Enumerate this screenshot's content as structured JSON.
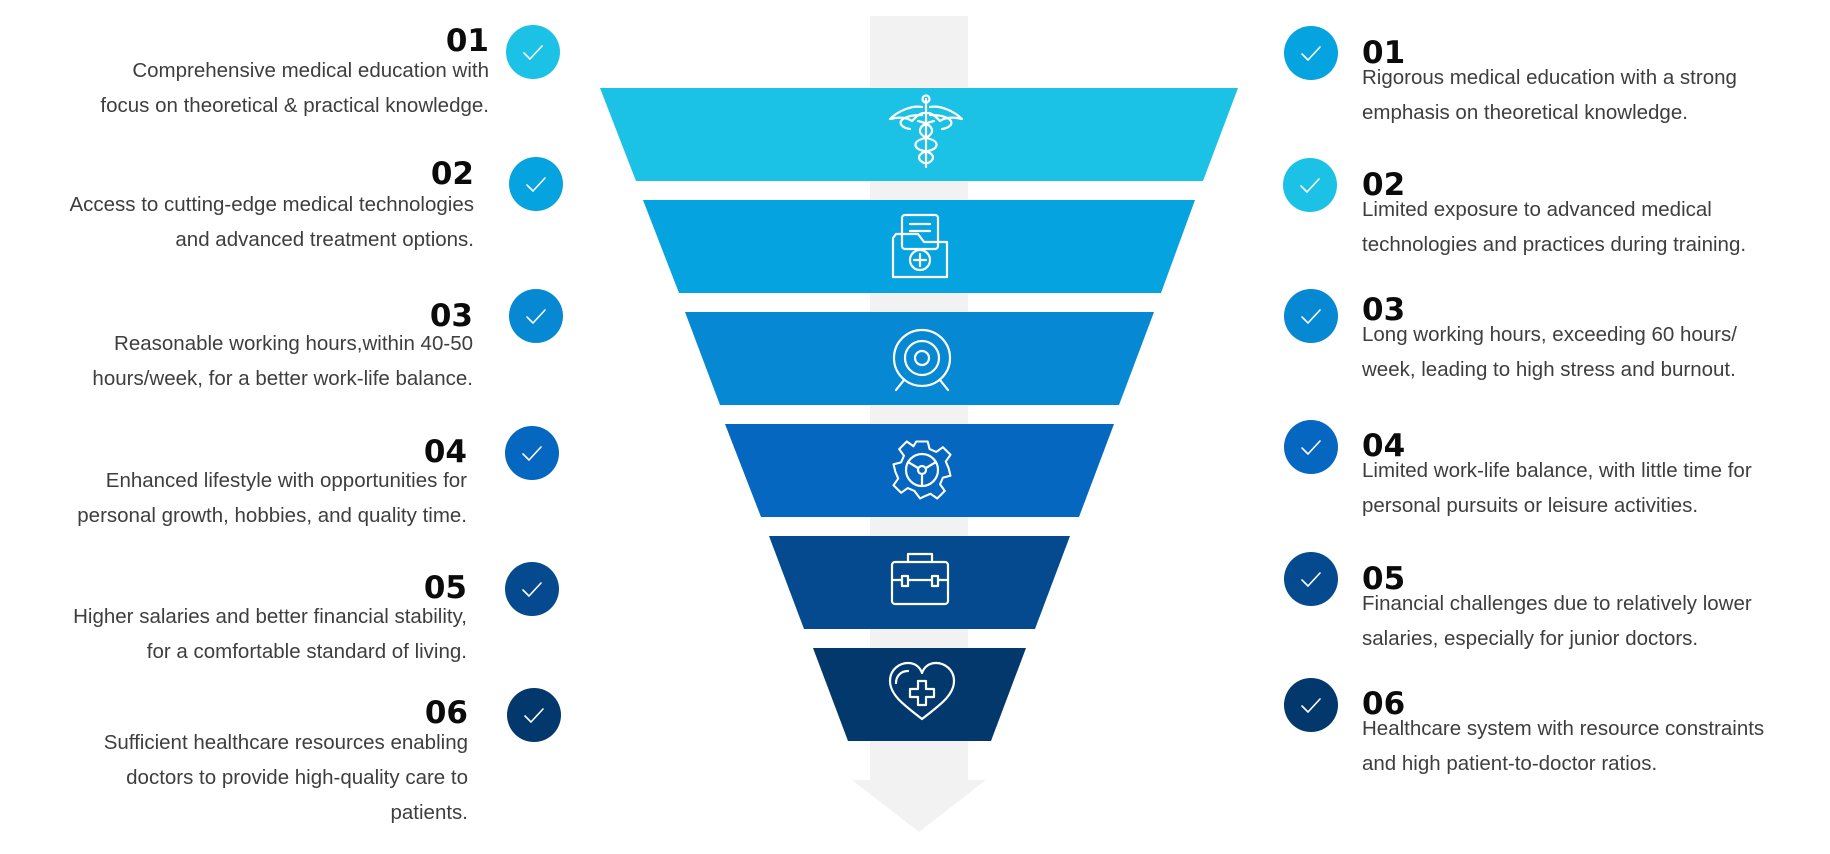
{
  "left_items": [
    {
      "number": "01",
      "lines": [
        "Comprehensive medical education with",
        "focus on theoretical & practical knowledge."
      ]
    },
    {
      "number": "02",
      "lines": [
        "Access to cutting-edge medical technologies",
        "and advanced treatment options."
      ]
    },
    {
      "number": "03",
      "lines": [
        "Reasonable working hours,within 40-50",
        "hours/week, for a  better work-life balance."
      ]
    },
    {
      "number": "04",
      "lines": [
        "Enhanced lifestyle with opportunities for",
        "personal growth, hobbies, and quality time."
      ]
    },
    {
      "number": "05",
      "lines": [
        "Higher salaries and better financial stability,",
        "for a comfortable standard of living."
      ]
    },
    {
      "number": "06",
      "lines": [
        "Sufficient healthcare resources enabling",
        "doctors to provide high-quality care to",
        "patients."
      ]
    }
  ],
  "right_items": [
    {
      "number": "01",
      "lines": [
        "Rigorous medical education with a strong",
        "emphasis on theoretical knowledge."
      ]
    },
    {
      "number": "02",
      "lines": [
        "Limited exposure to advanced medical",
        "technologies and practices during training."
      ]
    },
    {
      "number": "03",
      "lines": [
        "Long working hours, exceeding 60 hours/",
        "week, leading to high stress and burnout."
      ]
    },
    {
      "number": "04",
      "lines": [
        "Limited work-life balance, with little time for",
        "personal pursuits or leisure activities."
      ]
    },
    {
      "number": "05",
      "lines": [
        "Financial challenges due to relatively lower",
        "salaries, especially for junior doctors."
      ]
    },
    {
      "number": "06",
      "lines": [
        "Healthcare system with resource constraints",
        "and high patient-to-doctor ratios."
      ]
    }
  ],
  "funnel_icons": [
    "caduceus-icon",
    "medical-folder-icon",
    "target-icon",
    "gear-icon",
    "toolbox-icon",
    "heart-cross-icon"
  ],
  "colors": {
    "level_1": "#1cc2e6",
    "level_2": "#05a3df",
    "level_3": "#0688d2",
    "level_4": "#0567c0",
    "level_5": "#054a8f",
    "level_6": "#03386d",
    "arrow": "#f2f2f2",
    "number_text": "#0b0b0b",
    "body_text": "#3e3e3e"
  }
}
